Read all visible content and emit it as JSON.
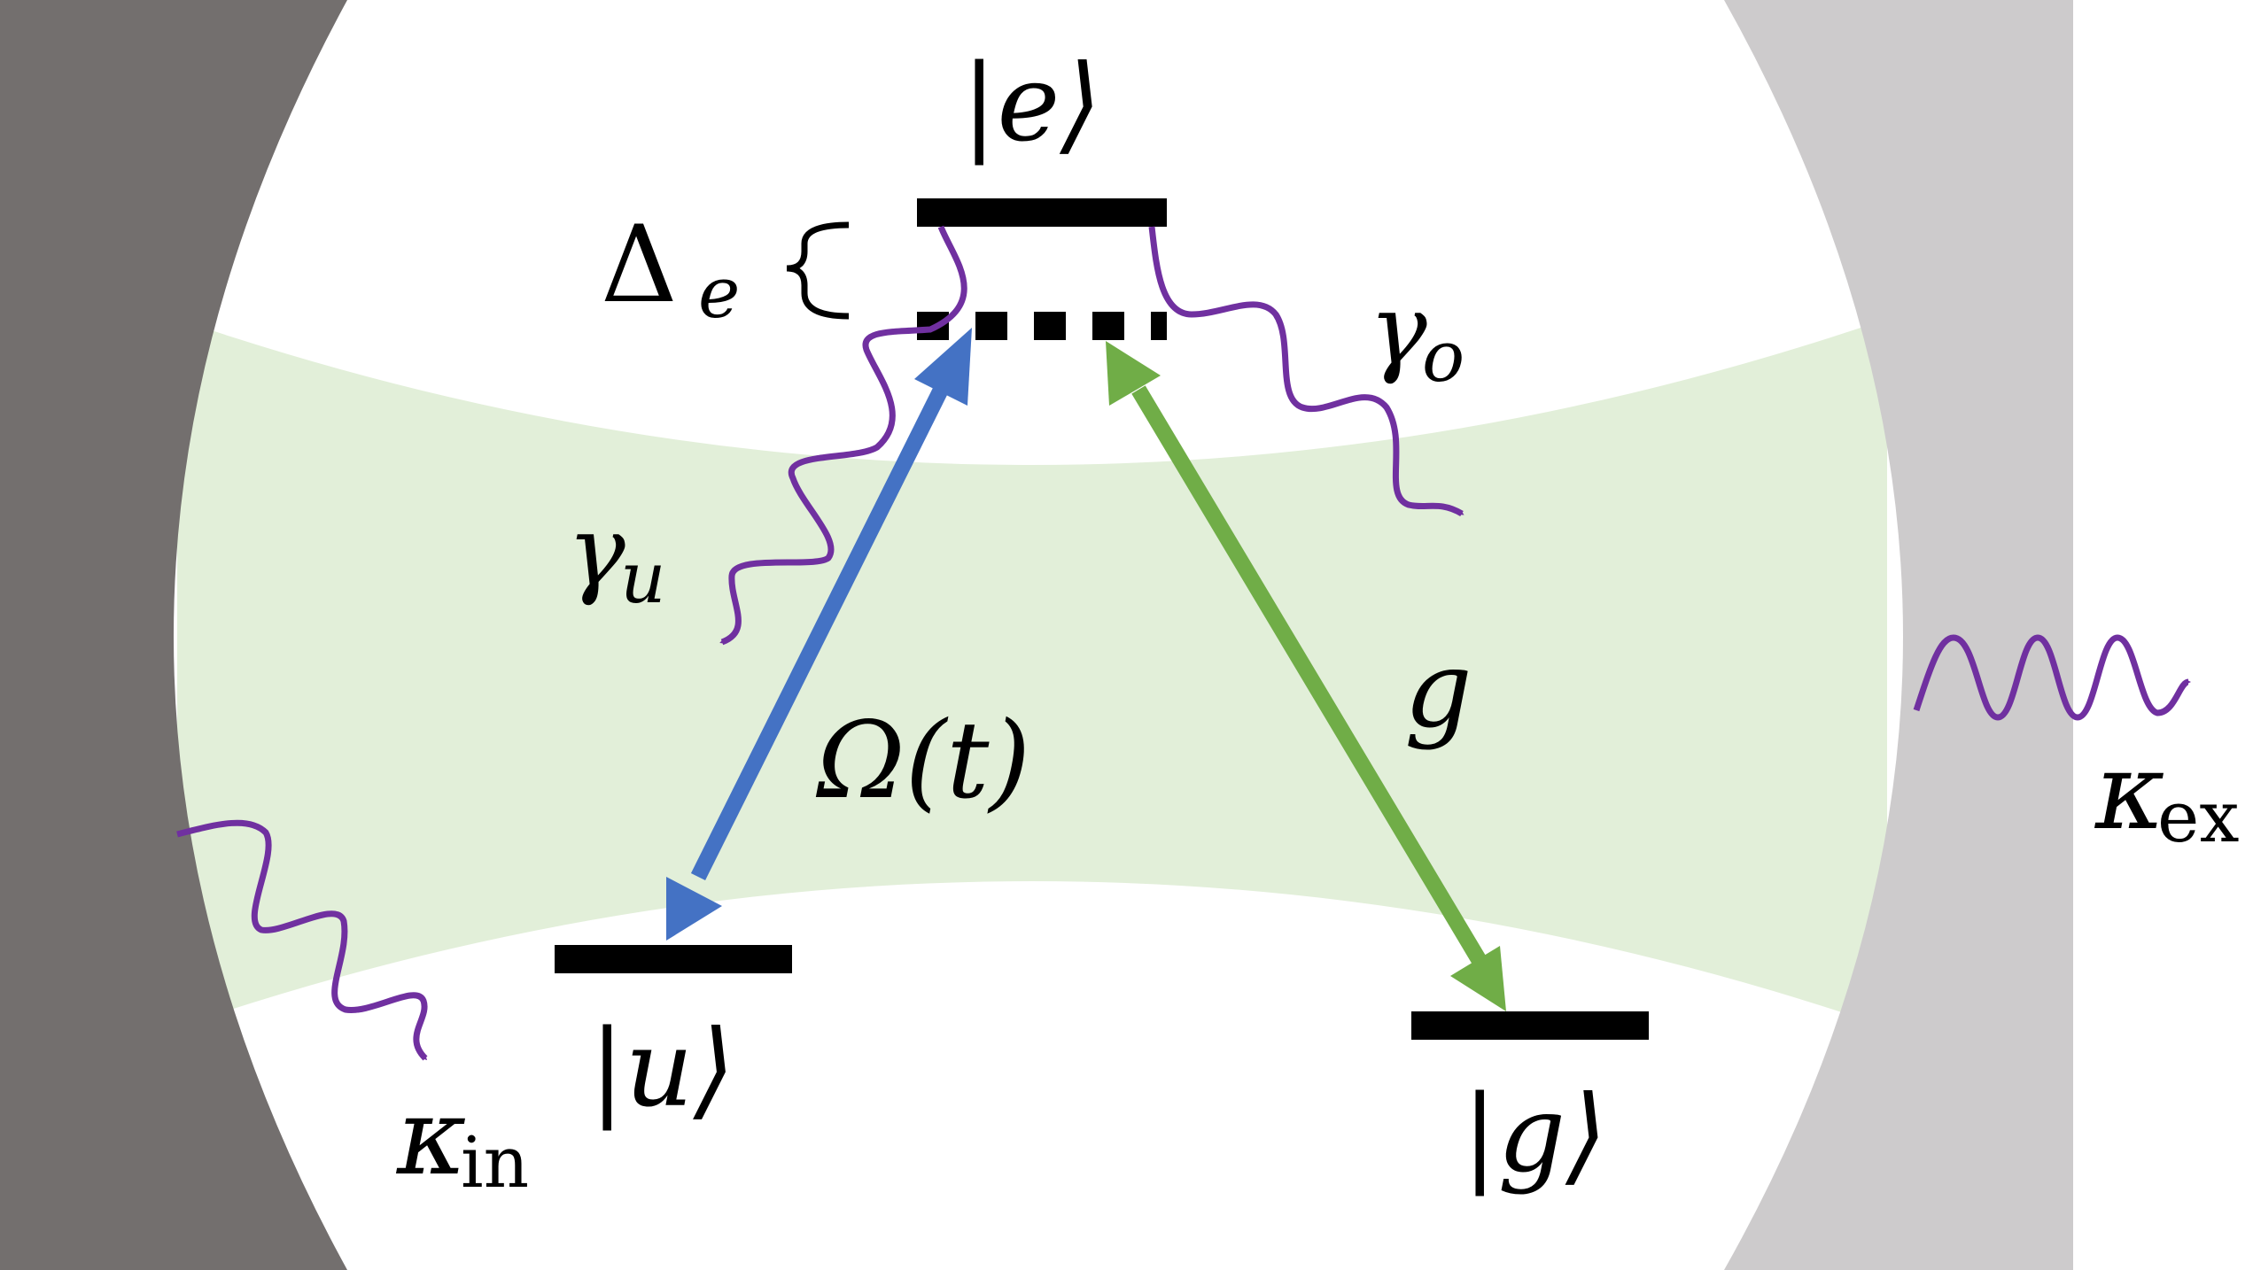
{
  "states": {
    "excited": "|e⟩",
    "upper": "|u⟩",
    "ground": "|g⟩"
  },
  "detuning": {
    "symbol": "Δ",
    "sub": "e"
  },
  "decay_upper": {
    "symbol": "γ",
    "sub": "u"
  },
  "decay_other": {
    "symbol": "γ",
    "sub": "o"
  },
  "drive": "Ω(t)",
  "coupling": "g",
  "kappa_in": {
    "symbol": "κ",
    "sub": "in"
  },
  "kappa_ex": {
    "symbol": "κ",
    "sub": "ex"
  },
  "colors": {
    "left_mirror": "#736f6e",
    "right_mirror": "#cdcbcc",
    "cavity_mode": "#e2efd9",
    "drive_arrow": "#4472c4",
    "coupling_arrow": "#70ad47",
    "decay": "#7030a0",
    "level": "#000000"
  }
}
